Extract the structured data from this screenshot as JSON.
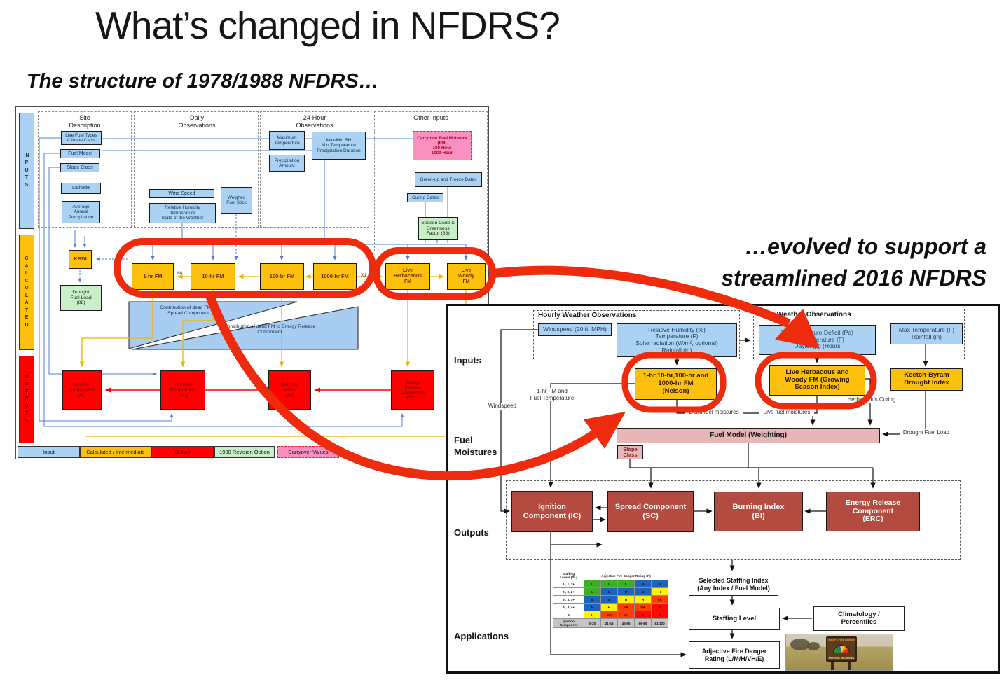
{
  "slide": {
    "title": "What’s changed in NFDRS?",
    "caption_left": "The structure of 1978/1988 NFDRS…",
    "caption_right": "…evolved to support a\nstreamlined 2016 NFDRS"
  },
  "colors": {
    "annotation_red": "#ee2b0c",
    "input_blue": "#abd1f3",
    "calculated_gold": "#fdc10d",
    "output_red": "#fe0000",
    "revision_green": "#c9efc9",
    "carryover_pink": "#f890c0",
    "modern_maroon": "#b44b40",
    "modern_pink": "#e7b7b7",
    "ratings": {
      "L": "#3caf24",
      "M": "#1e64bd",
      "H": "#fef203",
      "VH": "#fb3e01",
      "E": "#fe0a00"
    }
  },
  "legacy": {
    "sidebar": {
      "inputs": "INPUTS",
      "calculated": "CALCULATED",
      "outputs": "OUTPUTS"
    },
    "columns": {
      "site": "Site\nDescription",
      "daily": "Daily\nObservations",
      "h24": "24-Hour\nObservations",
      "other": "Other Inputs"
    },
    "boxes": {
      "live_fuel_types": "Live Fuel Types\nClimate Class",
      "fuel_model": "Fuel Model",
      "slope_class": "Slope Class",
      "latitude": "Latitude",
      "avg_precip": "Average\nAnnual\nPrecipitation",
      "wind_speed": "Wind Speed",
      "rh_temp": "Relative Humidity\nTemperature\nState of the Weather",
      "weighed_fuel_stick": "Weighed\nFuel Stick",
      "max_temp": "Maximum\nTemperature",
      "precip_amount": "Precipitation\nAmount",
      "maxmin_rh": "Max/Min RH\nMin Temperature\nPrecipitation Duration",
      "carryover_fm": "Carryover Fuel Moisture\n(FM)\n100-Hour\n1000-Hour",
      "greenup": "Green-up and Freeze Dates",
      "curing_dates": "Curing Dates",
      "season_code": "Season Code &\nGreenness\nFactor (88)",
      "kbdi": "KBDI",
      "drought_fuel_load": "Drought\nFuel Load\n(88)",
      "fm_1hr": "1-hr FM",
      "fm_10hr": "10-hr FM",
      "fm_100hr": "100-hr FM",
      "fm_1000hr": "1000-hr FM",
      "live_herbaceous": "Live\nHerbaceous\nFM",
      "live_woody": "Live\nWoody\nFM",
      "ignition": "Ignition\nComponent\n(IC)",
      "spread": "Spread\nComponent\n(SC)",
      "burning": "Burning\nIndex\n(BI)",
      "energy_release": "Energy\nRelease\nComponent\n(ERC)"
    },
    "triangles": {
      "spread": "Contribution of dead FM to\nSpread Component",
      "energy": "Contribution of dead FM to Energy Release\nComponent"
    },
    "labels": {
      "f88": "88",
      "x1": "X1"
    },
    "legend": {
      "input": "Input",
      "calculated": "Calculated / Intermediate",
      "output": "Output",
      "revision": "1988 Revision Option",
      "carryover": "Carryover Values"
    }
  },
  "modern": {
    "sections": {
      "inputs": "Inputs",
      "fuel_moistures": "Fuel\nMoistures",
      "outputs": "Outputs",
      "applications": "Applications"
    },
    "groups": {
      "hourly": "Hourly Weather Observations",
      "daily": "Daily Weather Observations"
    },
    "boxes": {
      "windspeed": "Windspeed (20 ft, MPH)",
      "rh": "Relative Humidity (%)\nTemperature (F)\nSolar radiation (W/m², optional)\nRainfall (in)",
      "vpd": "Vapor Pressure Deficit (Pa)\nMin Temperature (F)\nDaylength (Hours",
      "max_temp": "Max Temperature (F)\nRainfall (in)",
      "nelson": "1-hr,10-hr,100-hr and\n1000-hr FM\n(Nelson)",
      "live_hw": "Live Herbacous and\nWoody FM (Growing\nSeason Index)",
      "keetch": "Keetch-Byram\nDrought Index",
      "fuel_model_weighting": "Fuel Model (Weighting)",
      "slope_class": "Slope\nClass",
      "ignition": "Ignition\nComponent (IC)",
      "spread": "Spread Component\n(SC)",
      "burning": "Burning Index\n(BI)",
      "energy_release": "Energy Release\nComponent\n(ERC)",
      "selected_staffing": "Selected Staffing Index\n(Any Index / Fuel Model)",
      "staffing_level": "Staffing Level",
      "adjective": "Adjective Fire Danger\nRating (L/M/H/VH/E)",
      "climatology": "Climatology /\nPercentiles"
    },
    "edge_labels": {
      "windspeed": "Windspeed",
      "fm_temp": "1-hr FM and\nFuel Temperature",
      "dead_fm": "Dead fuel moistures",
      "live_fm": "Live fuel moistures",
      "herb_curing": "Herbaceous Curing",
      "drought_fuel_load": "Drought Fuel Load"
    },
    "table": {
      "header_col": "Staffing\nLevels (SL)",
      "header_span": "Adjective Fire Danger Rating (R)",
      "rows": [
        {
          "sl": "1-, 1, 1+",
          "cells": [
            "L",
            "L",
            "L",
            "M",
            "M"
          ]
        },
        {
          "sl": "2-, 2, 2+",
          "cells": [
            "L",
            "M",
            "M",
            "M",
            "H"
          ]
        },
        {
          "sl": "3-, 3, 3+",
          "cells": [
            "M",
            "M",
            "H",
            "H",
            "VH"
          ]
        },
        {
          "sl": "4-, 4, 4+",
          "cells": [
            "M",
            "H",
            "VH",
            "VH",
            "E"
          ]
        },
        {
          "sl": "5",
          "cells": [
            "H",
            "VH",
            "VH",
            "E",
            "E"
          ]
        }
      ],
      "footer": [
        "Ignition Component",
        "0-20",
        "21-45",
        "46-65",
        "66-80",
        "81-100"
      ]
    },
    "sign": {
      "title": "TODAY'S FIRE DANGER",
      "caption": "PREVENT WILDFIRES"
    }
  }
}
